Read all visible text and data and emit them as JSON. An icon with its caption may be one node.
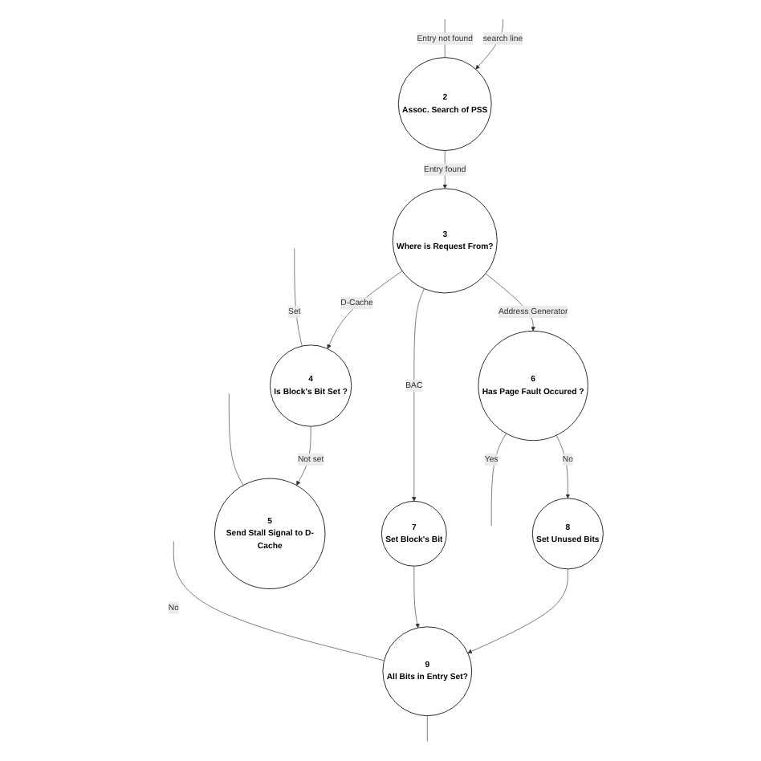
{
  "diagram": {
    "nodes": [
      {
        "text": [
          "2",
          "Assoc. Search of PSS"
        ]
      },
      {
        "text": [
          "3",
          "Where is Request From?"
        ]
      },
      {
        "text": [
          "4",
          "Is Block's Bit Set ?"
        ]
      },
      {
        "text": [
          "6",
          "Has Page Fault Occured ?"
        ]
      },
      {
        "text": [
          "7",
          "Set Block's Bit"
        ]
      },
      {
        "text": [
          "5",
          "Send Stall Signal to D-Cache"
        ]
      },
      {
        "text": [
          "8",
          "Set Unused Bits"
        ]
      },
      {
        "text": [
          "9",
          "All Bits in Entry Set?"
        ]
      }
    ],
    "edges": [
      {
        "from": null,
        "to": 0,
        "arrow": "to",
        "label": "search line"
      },
      {
        "from": 0,
        "to": null,
        "arrow": "none",
        "label": "Entry not found"
      },
      {
        "from": 0,
        "to": 1,
        "arrow": "to",
        "label": "Entry found"
      },
      {
        "from": 1,
        "to": 2,
        "arrow": "to",
        "label": "D-Cache"
      },
      {
        "from": 1,
        "to": 3,
        "arrow": "to",
        "label": "Address Generator"
      },
      {
        "from": 1,
        "to": 4,
        "arrow": "to",
        "label": "BAC"
      },
      {
        "from": 2,
        "to": null,
        "arrow": "none",
        "label": "Set"
      },
      {
        "from": 2,
        "to": 5,
        "arrow": "to",
        "label": "Not set"
      },
      {
        "from": 5,
        "to": null,
        "arrow": "none"
      },
      {
        "from": 3,
        "to": null,
        "arrow": "none",
        "label": "Yes"
      },
      {
        "from": 3,
        "to": 6,
        "arrow": "to",
        "label": "No"
      },
      {
        "from": 6,
        "to": 7,
        "arrow": "to"
      },
      {
        "from": 4,
        "to": 7,
        "arrow": "to"
      },
      {
        "from": 7,
        "to": null,
        "arrow": "none",
        "label": "No"
      },
      {
        "from": 7,
        "to": null,
        "arrow": "none"
      }
    ]
  }
}
